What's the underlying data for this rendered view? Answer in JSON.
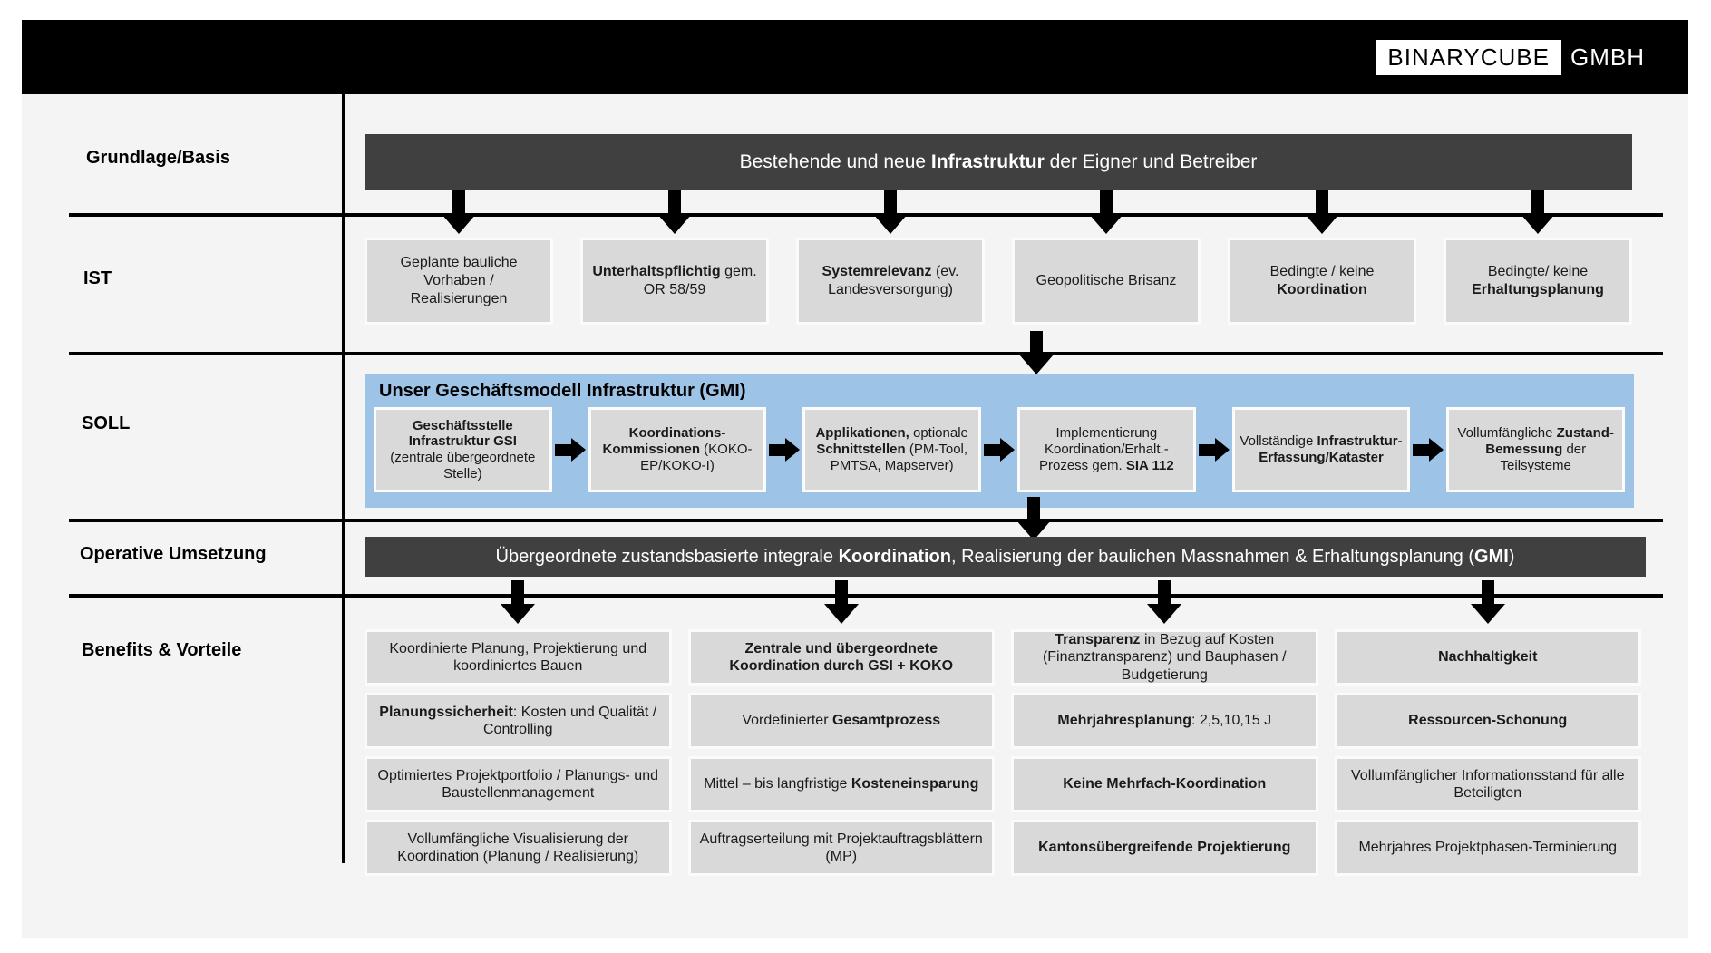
{
  "colors": {
    "topbar_bg": "#000000",
    "panel_bg": "#f4f4f4",
    "banner_bg": "#404040",
    "box_bg": "#d9d9d9",
    "box_border": "#fbfbfb",
    "soll_bg": "#9dc3e6",
    "arrow": "#000000",
    "banner_text": "#ffffff"
  },
  "icons": {
    "down_arrow": "down-arrow-icon (solid black CSS triangle + stem)",
    "right_arrow": "right-arrow-icon (solid black CSS triangle + stem)"
  },
  "header": {
    "logo_primary": "BINARYCUBE",
    "logo_secondary": "GMBH"
  },
  "labels": {
    "grundlage": "Grundlage/Basis",
    "ist": "IST",
    "soll": "SOLL",
    "operativ": "Operative Umsetzung",
    "benefits": "Benefits & Vorteile"
  },
  "grundlage_banner": [
    {
      "t": "Bestehende und neue "
    },
    {
      "t": "Infrastruktur",
      "b": true
    },
    {
      "t": " der Eigner und Betreiber"
    }
  ],
  "ist_boxes": [
    [
      {
        "t": "Geplante bauliche Vorhaben / Realisierungen"
      }
    ],
    [
      {
        "t": "Unterhaltspflichtig",
        "b": true
      },
      {
        "t": " gem. OR 58/59"
      }
    ],
    [
      {
        "t": "Systemrelevanz",
        "b": true
      },
      {
        "t": " (ev. Landesversorgung)"
      }
    ],
    [
      {
        "t": "Geopolitische Brisanz"
      }
    ],
    [
      {
        "t": "Bedingte / keine "
      },
      {
        "t": "Koordination",
        "b": true
      }
    ],
    [
      {
        "t": "Bedingte/ keine "
      },
      {
        "t": "Erhaltungsplanung",
        "b": true
      }
    ]
  ],
  "soll": {
    "title": "Unser Geschäftsmodell Infrastruktur (GMI)",
    "boxes": [
      [
        {
          "t": "Geschäftsstelle Infrastruktur GSI",
          "b": true
        },
        {
          "t": " (zentrale übergeordnete Stelle)"
        }
      ],
      [
        {
          "t": "Koordinations-Kommissionen",
          "b": true
        },
        {
          "t": " (KOKO-EP/KOKO-I)"
        }
      ],
      [
        {
          "t": "Applikationen,",
          "b": true
        },
        {
          "t": " optionale "
        },
        {
          "t": "Schnittstellen",
          "b": true
        },
        {
          "t": " (PM-Tool, PMTSA, Mapserver)"
        }
      ],
      [
        {
          "t": "Implementierung Koordination/Erhalt.-Prozess gem. "
        },
        {
          "t": "SIA 112",
          "b": true
        }
      ],
      [
        {
          "t": "Vollständige "
        },
        {
          "t": "Infrastruktur-Erfassung/Kataster",
          "b": true
        }
      ],
      [
        {
          "t": "Vollumfängliche "
        },
        {
          "t": "Zustand-Bemessung",
          "b": true
        },
        {
          "t": " der Teilsysteme"
        }
      ]
    ]
  },
  "operativ_banner": [
    {
      "t": "Übergeordnete zustandsbasierte integrale "
    },
    {
      "t": "Koordination",
      "b": true
    },
    {
      "t": ", Realisierung der baulichen Massnahmen & Erhaltungsplanung ("
    },
    {
      "t": "GMI",
      "b": true
    },
    {
      "t": ")"
    }
  ],
  "benefits_columns": [
    {
      "items": [
        [
          {
            "t": "Koordinierte Planung, Projektierung und koordiniertes Bauen"
          }
        ],
        [
          {
            "t": "Planungssicherheit",
            "b": true
          },
          {
            "t": ": Kosten und Qualität / Controlling"
          }
        ],
        [
          {
            "t": "Optimiertes Projektportfolio / Planungs- und Baustellenmanagement"
          }
        ],
        [
          {
            "t": "Vollumfängliche Visualisierung der Koordination (Planung / Realisierung)"
          }
        ]
      ]
    },
    {
      "items": [
        [
          {
            "t": "Zentrale und übergeordnete Koordination durch GSI + KOKO",
            "b": true
          }
        ],
        [
          {
            "t": "Vordefinierter "
          },
          {
            "t": "Gesamtprozess",
            "b": true
          }
        ],
        [
          {
            "t": "Mittel – bis langfristige "
          },
          {
            "t": "Kosteneinsparung",
            "b": true
          }
        ],
        [
          {
            "t": "Auftragserteilung mit Projektauftragsblättern (MP)"
          }
        ]
      ]
    },
    {
      "items": [
        [
          {
            "t": "Transparenz",
            "b": true
          },
          {
            "t": " in Bezug auf Kosten (Finanztransparenz) und Bauphasen / Budgetierung"
          }
        ],
        [
          {
            "t": "Mehrjahresplanung",
            "b": true
          },
          {
            "t": ": 2,5,10,15 J"
          }
        ],
        [
          {
            "t": "Keine Mehrfach-Koordination",
            "b": true
          }
        ],
        [
          {
            "t": "Kantonsübergreifende Projektierung",
            "b": true
          }
        ]
      ]
    },
    {
      "items": [
        [
          {
            "t": "Nachhaltigkeit",
            "b": true
          }
        ],
        [
          {
            "t": "Ressourcen-Schonung",
            "b": true
          }
        ],
        [
          {
            "t": "Vollumfänglicher Informationsstand für alle Beteiligten"
          }
        ],
        [
          {
            "t": "Mehrjahres Projektphasen-Terminierung"
          }
        ]
      ]
    }
  ]
}
